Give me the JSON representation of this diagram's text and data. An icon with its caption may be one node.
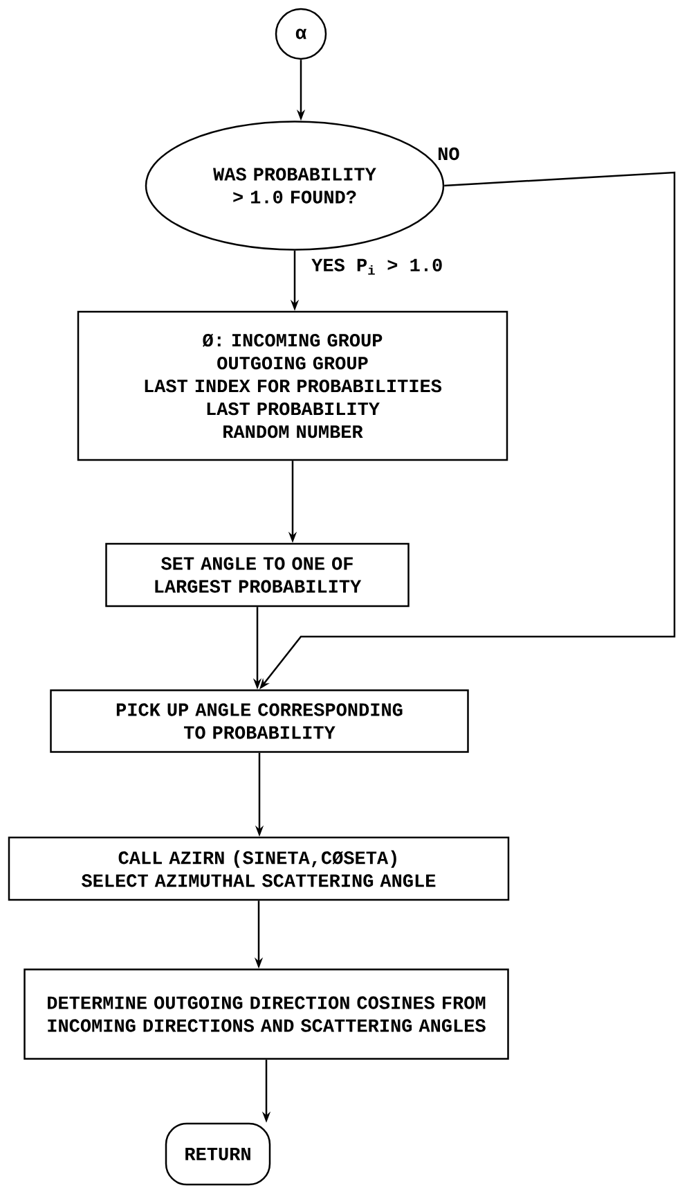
{
  "diagram": {
    "nodes": [
      {
        "text": [
          "α"
        ]
      },
      {
        "text": [
          "WAS PROBABILITY > 1.0 FOUND?"
        ]
      },
      {
        "text": [
          "Ø: INCOMING GROUP",
          "OUTGOING GROUP",
          "LAST INDEX FOR PROBABILITIES",
          "LAST PROBABILITY",
          "RANDOM NUMBER"
        ]
      },
      {
        "text": [
          "SET ANGLE TO ONE OF LARGEST PROBABILITY"
        ]
      },
      {
        "text": [
          "PICK UP ANGLE CORRESPONDING TO PROBABILITY"
        ]
      },
      {
        "text": [
          "CALL AZIRN (SINETA,CØSETA)",
          "SELECT AZIMUTHAL SCATTERING ANGLE"
        ]
      },
      {
        "text": [
          "DETERMINE OUTGOING DIRECTION COSINES FROM INCOMING DIRECTIONS AND SCATTERING ANGLES"
        ]
      },
      {
        "text": [
          "RETURN"
        ]
      }
    ],
    "edges": [
      {
        "from": 0,
        "to": 1,
        "arrow": "to"
      },
      {
        "from": 1,
        "to": 2,
        "arrow": "to",
        "label": "YES P$_{i}$ > 1.0"
      },
      {
        "from": 1,
        "to": 4,
        "arrow": "to",
        "label": "NO"
      },
      {
        "from": 2,
        "to": 3,
        "arrow": "to"
      },
      {
        "from": 3,
        "to": 4,
        "arrow": "to"
      },
      {
        "from": 4,
        "to": 5,
        "arrow": "to"
      },
      {
        "from": 5,
        "to": 6,
        "arrow": "to"
      },
      {
        "from": 6,
        "to": 7,
        "arrow": "to"
      }
    ]
  }
}
